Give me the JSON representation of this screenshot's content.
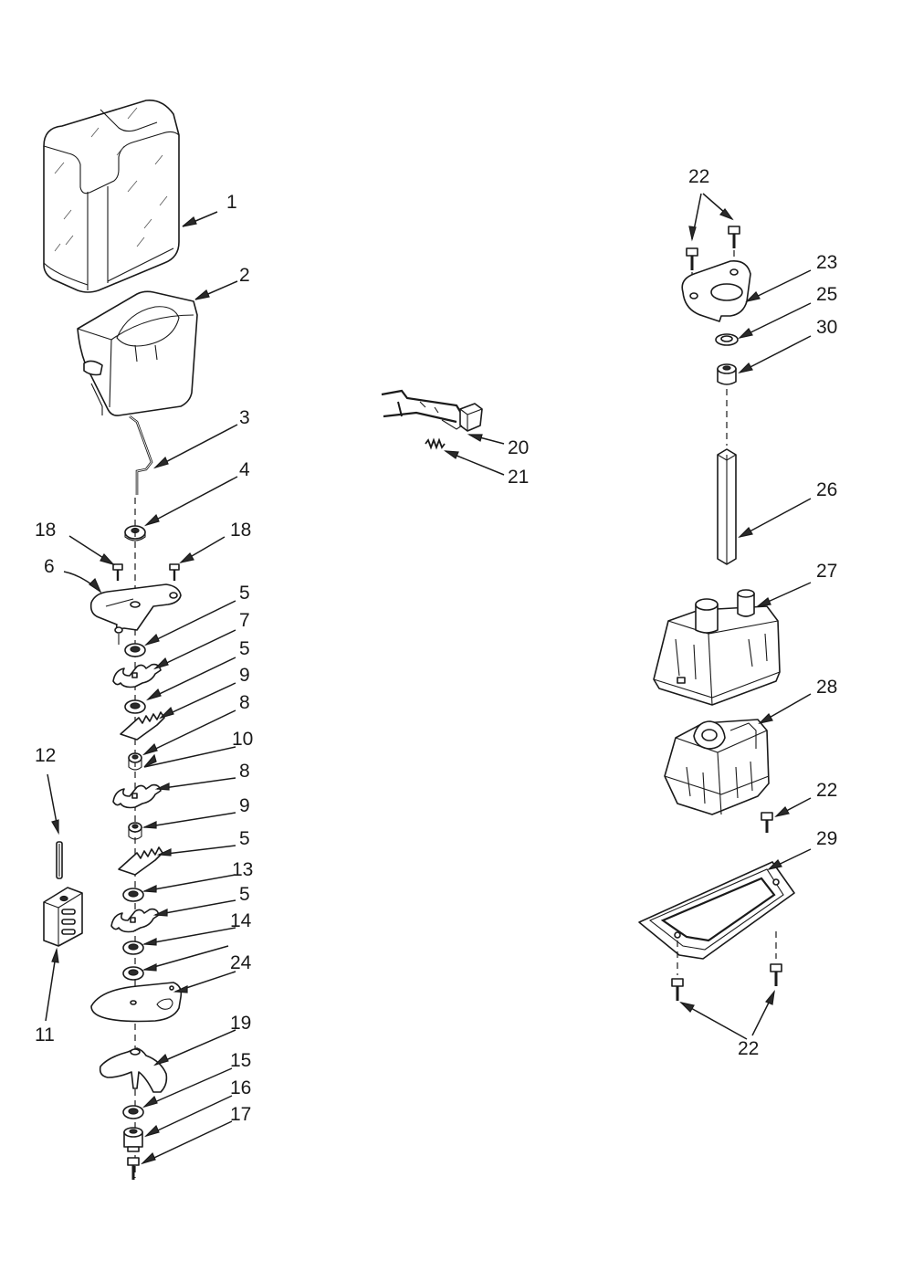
{
  "callouts": [
    {
      "id": "c1",
      "text": "1"
    },
    {
      "id": "c2",
      "text": "2"
    },
    {
      "id": "c3",
      "text": "3"
    },
    {
      "id": "c4",
      "text": "4"
    },
    {
      "id": "c18a",
      "text": "18"
    },
    {
      "id": "c18b",
      "text": "18"
    },
    {
      "id": "c6",
      "text": "6"
    },
    {
      "id": "c5a",
      "text": "5"
    },
    {
      "id": "c7",
      "text": "7"
    },
    {
      "id": "c5b",
      "text": "5"
    },
    {
      "id": "c9a",
      "text": "9"
    },
    {
      "id": "c8a",
      "text": "8"
    },
    {
      "id": "c10",
      "text": "10"
    },
    {
      "id": "c8b",
      "text": "8"
    },
    {
      "id": "c9b",
      "text": "9"
    },
    {
      "id": "c5c",
      "text": "5"
    },
    {
      "id": "c13",
      "text": "13"
    },
    {
      "id": "c5d",
      "text": "5"
    },
    {
      "id": "c14",
      "text": "14"
    },
    {
      "id": "c24",
      "text": "24"
    },
    {
      "id": "c19",
      "text": "19"
    },
    {
      "id": "c15",
      "text": "15"
    },
    {
      "id": "c16",
      "text": "16"
    },
    {
      "id": "c17",
      "text": "17"
    },
    {
      "id": "c12",
      "text": "12"
    },
    {
      "id": "c11",
      "text": "11"
    },
    {
      "id": "c20",
      "text": "20"
    },
    {
      "id": "c21",
      "text": "21"
    },
    {
      "id": "c22a",
      "text": "22"
    },
    {
      "id": "c23",
      "text": "23"
    },
    {
      "id": "c25",
      "text": "25"
    },
    {
      "id": "c30",
      "text": "30"
    },
    {
      "id": "c26",
      "text": "26"
    },
    {
      "id": "c27",
      "text": "27"
    },
    {
      "id": "c28",
      "text": "28"
    },
    {
      "id": "c22b",
      "text": "22"
    },
    {
      "id": "c29",
      "text": "29"
    },
    {
      "id": "c22c",
      "text": "22"
    }
  ]
}
